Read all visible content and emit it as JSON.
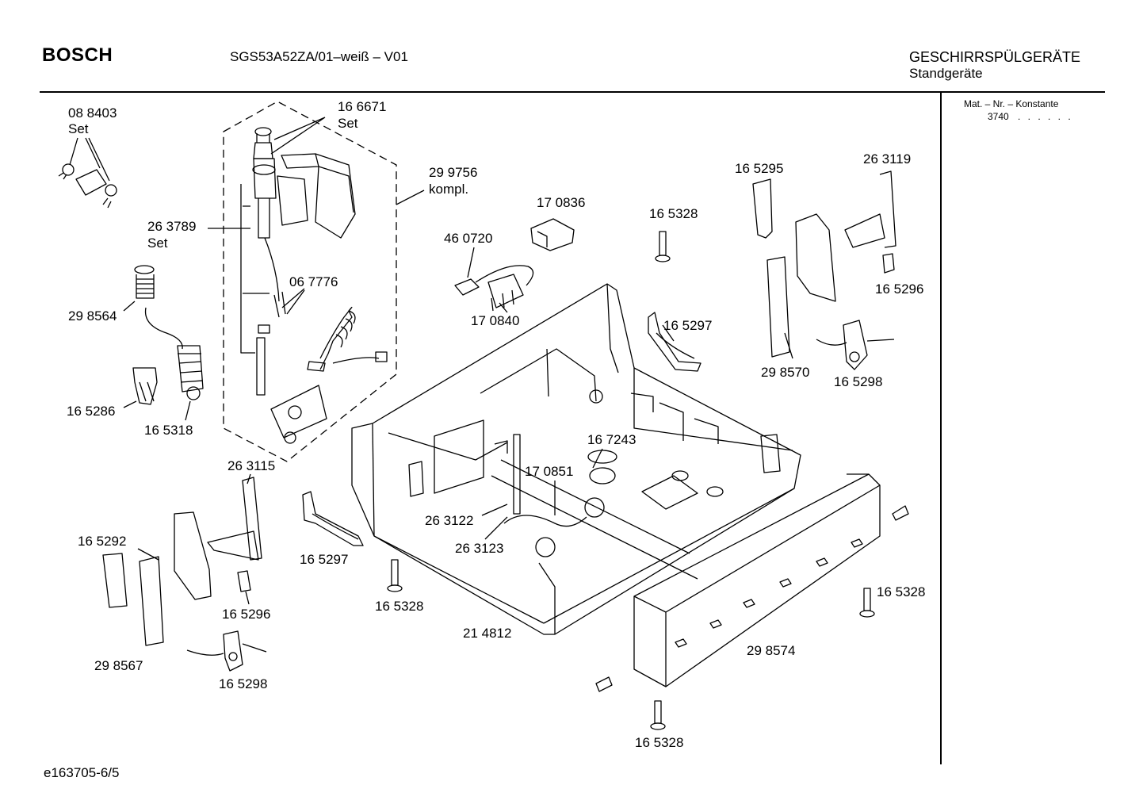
{
  "header": {
    "brand": "BOSCH",
    "model": "SGS53A52ZA/01–weiß – V01",
    "category": "GESCHIRRSPÜLGERÄTE",
    "subcategory": "Standgeräte"
  },
  "sidebar": {
    "mat_label": "Mat. – Nr. – Konstante",
    "mat_value": "3740",
    "mat_dots": ". .  . . . ."
  },
  "footer": {
    "doc_id": "e163705-6/5"
  },
  "parts": [
    {
      "id": "p1",
      "line1": "08 8403",
      "line2": "Set"
    },
    {
      "id": "p2",
      "line1": "16 6671",
      "line2": "Set"
    },
    {
      "id": "p3",
      "line1": "29 9756",
      "line2": "kompl."
    },
    {
      "id": "p4",
      "line1": "26 3789",
      "line2": "Set"
    },
    {
      "id": "p5",
      "line1": "06 7776"
    },
    {
      "id": "p6",
      "line1": "29 8564"
    },
    {
      "id": "p7",
      "line1": "16 5286"
    },
    {
      "id": "p8",
      "line1": "16 5318"
    },
    {
      "id": "p9",
      "line1": "17 0836"
    },
    {
      "id": "p10",
      "line1": "46 0720"
    },
    {
      "id": "p11",
      "line1": "17 0840"
    },
    {
      "id": "p12",
      "line1": "16 5328"
    },
    {
      "id": "p13",
      "line1": "16 5295"
    },
    {
      "id": "p14",
      "line1": "26 3119"
    },
    {
      "id": "p15",
      "line1": "16 5296"
    },
    {
      "id": "p16",
      "line1": "16 5297"
    },
    {
      "id": "p17",
      "line1": "29 8570"
    },
    {
      "id": "p18",
      "line1": "16 5298"
    },
    {
      "id": "p19",
      "line1": "16 7243"
    },
    {
      "id": "p20",
      "line1": "17 0851"
    },
    {
      "id": "p21",
      "line1": "26 3122"
    },
    {
      "id": "p22",
      "line1": "26 3123"
    },
    {
      "id": "p23",
      "line1": "26 3115"
    },
    {
      "id": "p24",
      "line1": "16 5292"
    },
    {
      "id": "p25",
      "line1": "16 5297"
    },
    {
      "id": "p26",
      "line1": "16 5296"
    },
    {
      "id": "p27",
      "line1": "29 8567"
    },
    {
      "id": "p28",
      "line1": "16 5298"
    },
    {
      "id": "p29",
      "line1": "16 5328"
    },
    {
      "id": "p30",
      "line1": "21 4812"
    },
    {
      "id": "p31",
      "line1": "16 5328"
    },
    {
      "id": "p32",
      "line1": "29 8574"
    },
    {
      "id": "p33",
      "line1": "16 5328"
    }
  ]
}
